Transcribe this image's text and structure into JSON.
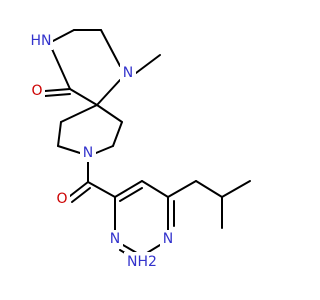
{
  "colors": {
    "carbon_bond": "#000000",
    "nitrogen": "#3333cc",
    "oxygen": "#cc0000",
    "background": "#ffffff"
  },
  "labels": {
    "amide_nh": "HN",
    "amine_n_methyl": "N",
    "methyl": "CH3",
    "ketone_o": "O",
    "piperidine_n": "N",
    "amide_carbonyl_o": "O",
    "pyrimidine_n1": "N",
    "pyrimidine_n3": "N",
    "amino_nh2": "NH2"
  }
}
